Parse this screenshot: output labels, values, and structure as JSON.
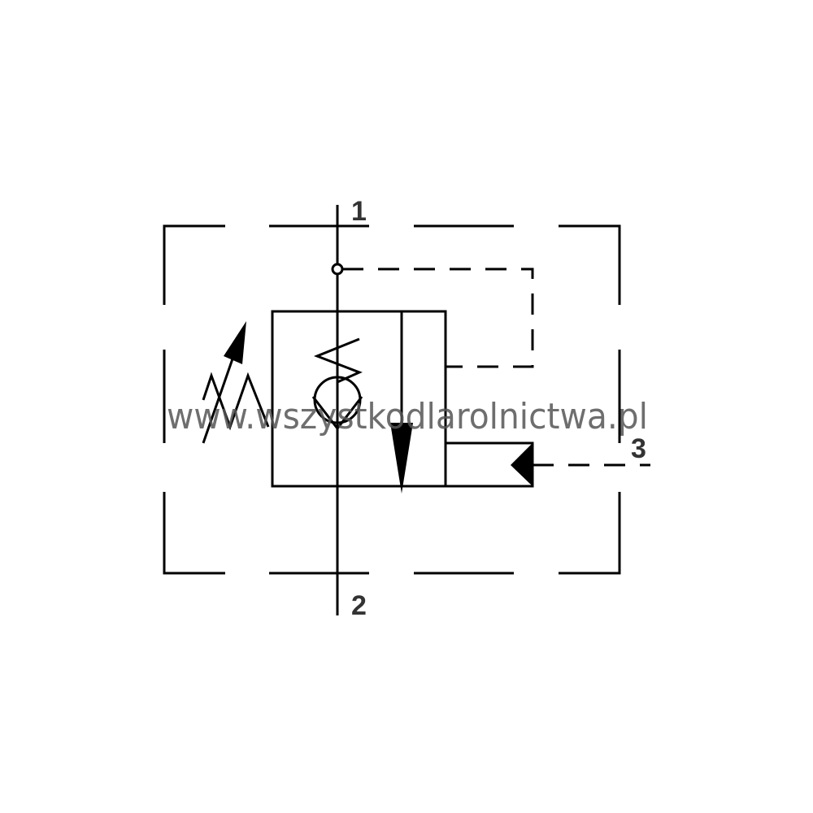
{
  "diagram": {
    "type": "hydraulic valve symbol",
    "ports": {
      "p1": "1",
      "p2": "2",
      "p3": "3"
    },
    "watermark": "www.wszystkodlarolnictwa.pl",
    "colors": {
      "line": "#000000",
      "label": "#333333",
      "watermark": "#555555"
    }
  }
}
